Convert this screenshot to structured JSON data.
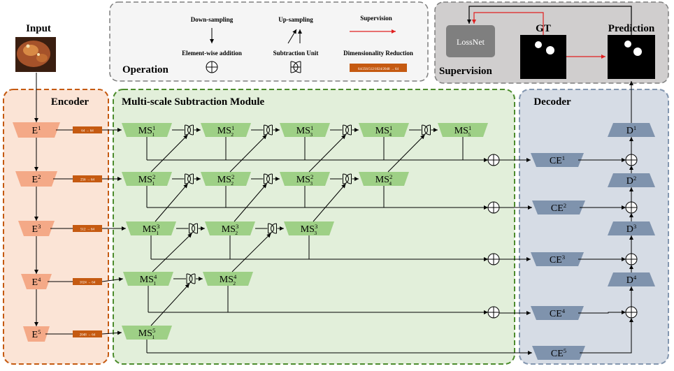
{
  "input": {
    "label": "Input"
  },
  "legend": {
    "title": "Operation",
    "items": {
      "downsampling": "Down-sampling",
      "upsampling": "Up-sampling",
      "supervision": "Supervision",
      "addition": "Element-wise addition",
      "subtraction": "Subtraction Unit",
      "dimred": "Dimensionality Reduction",
      "dimred_example": "64/256/512/1024/2048 → 64"
    }
  },
  "supervision": {
    "title": "Supervision",
    "lossnet": "LossNet",
    "gt": "GT",
    "prediction": "Prediction"
  },
  "encoder": {
    "title": "Encoder",
    "blocks": [
      "E1",
      "E2",
      "E3",
      "E4",
      "E5"
    ]
  },
  "dimred_labels": [
    "64 → 64",
    "256 → 64",
    "512 → 64",
    "1024 → 64",
    "2048 → 64"
  ],
  "msm": {
    "title": "Multi-scale Subtraction Module",
    "rows": [
      [
        "MS11",
        "MS12",
        "MS13",
        "MS14",
        "MS15"
      ],
      [
        "MS21",
        "MS22",
        "MS23",
        "MS24"
      ],
      [
        "MS31",
        "MS32",
        "MS33"
      ],
      [
        "MS41",
        "MS42"
      ],
      [
        "MS51"
      ]
    ]
  },
  "decoder": {
    "title": "Decoder",
    "ce": [
      "CE1",
      "CE2",
      "CE3",
      "CE4",
      "CE5"
    ],
    "d": [
      "D1",
      "D2",
      "D3",
      "D4"
    ]
  },
  "colors": {
    "encoder_fill": "#f4a987",
    "encoder_bg": "#fbe4d6",
    "encoder_border": "#c55a11",
    "msm_fill": "#9ed086",
    "msm_bg": "#e2efda",
    "msm_border": "#4d8c2e",
    "decoder_fill": "#7f93ad",
    "decoder_bg": "#d6dce5",
    "dimred": "#c55a11",
    "supervision": "#e02020"
  }
}
